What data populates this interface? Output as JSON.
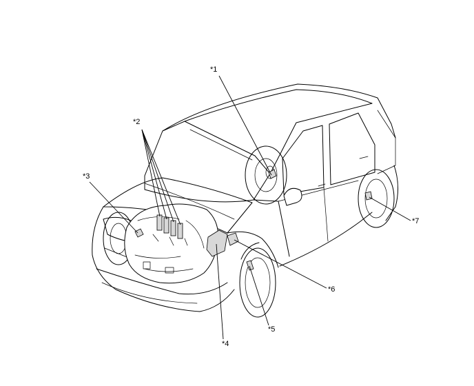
{
  "callouts": [
    {
      "id": 1,
      "label": "*1"
    },
    {
      "id": 2,
      "label": "*2"
    },
    {
      "id": 3,
      "label": "*3"
    },
    {
      "id": 4,
      "label": "*4"
    },
    {
      "id": 5,
      "label": "*5"
    },
    {
      "id": 6,
      "label": "*6"
    },
    {
      "id": 7,
      "label": "*7"
    }
  ]
}
